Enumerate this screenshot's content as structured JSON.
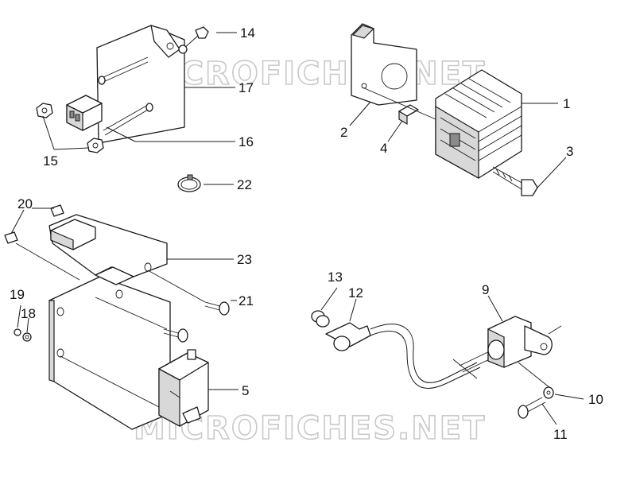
{
  "watermark": {
    "text": "MICROFICHES.NET"
  },
  "callouts": [
    {
      "id": "c1",
      "label": "1"
    },
    {
      "id": "c2",
      "label": "2"
    },
    {
      "id": "c3",
      "label": "3"
    },
    {
      "id": "c4",
      "label": "4"
    },
    {
      "id": "c5",
      "label": "5"
    },
    {
      "id": "c9",
      "label": "9"
    },
    {
      "id": "c10",
      "label": "10"
    },
    {
      "id": "c11",
      "label": "11"
    },
    {
      "id": "c12",
      "label": "12"
    },
    {
      "id": "c13",
      "label": "13"
    },
    {
      "id": "c14",
      "label": "14"
    },
    {
      "id": "c15",
      "label": "15"
    },
    {
      "id": "c16",
      "label": "16"
    },
    {
      "id": "c17",
      "label": "17"
    },
    {
      "id": "c18",
      "label": "18"
    },
    {
      "id": "c19",
      "label": "19"
    },
    {
      "id": "c20",
      "label": "20"
    },
    {
      "id": "c21",
      "label": "21"
    },
    {
      "id": "c22",
      "label": "22"
    },
    {
      "id": "c23",
      "label": "23"
    }
  ]
}
